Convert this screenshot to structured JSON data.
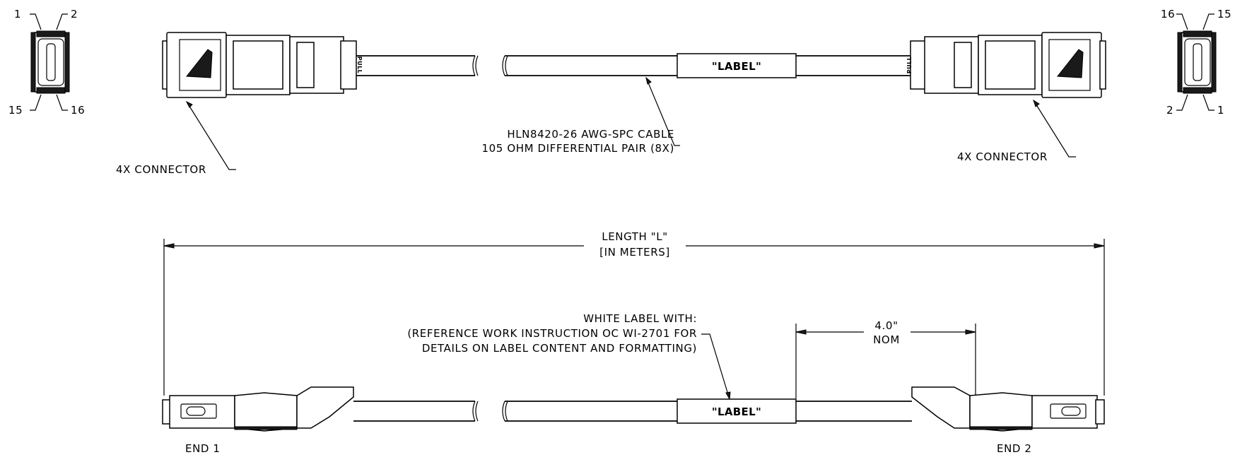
{
  "end_views": {
    "left": {
      "pin_top_left": "1",
      "pin_top_right": "2",
      "pin_bottom_left": "15",
      "pin_bottom_right": "16"
    },
    "right": {
      "pin_top_left": "16",
      "pin_top_right": "15",
      "pin_bottom_left": "2",
      "pin_bottom_right": "1"
    }
  },
  "top_view": {
    "left_connector_callout": "4X CONNECTOR",
    "right_connector_callout": "4X CONNECTOR",
    "cable_callout_line1": "HLN8420-26 AWG-SPC CABLE",
    "cable_callout_line2": "105 OHM DIFFERENTIAL PAIR (8X)",
    "label_text": "\"LABEL\"",
    "pull_tab_text": "PULL"
  },
  "side_view": {
    "length_line1": "LENGTH \"L\"",
    "length_line2": "[IN METERS]",
    "note_line1": "WHITE LABEL WITH:",
    "note_line2": "(REFERENCE WORK INSTRUCTION OC WI-2701 FOR",
    "note_line3": "DETAILS ON LABEL CONTENT AND FORMATTING)",
    "offset_value": "4.0\"",
    "offset_qualifier": "NOM",
    "label_text": "\"LABEL\"",
    "end1": "END 1",
    "end2": "END 2"
  }
}
